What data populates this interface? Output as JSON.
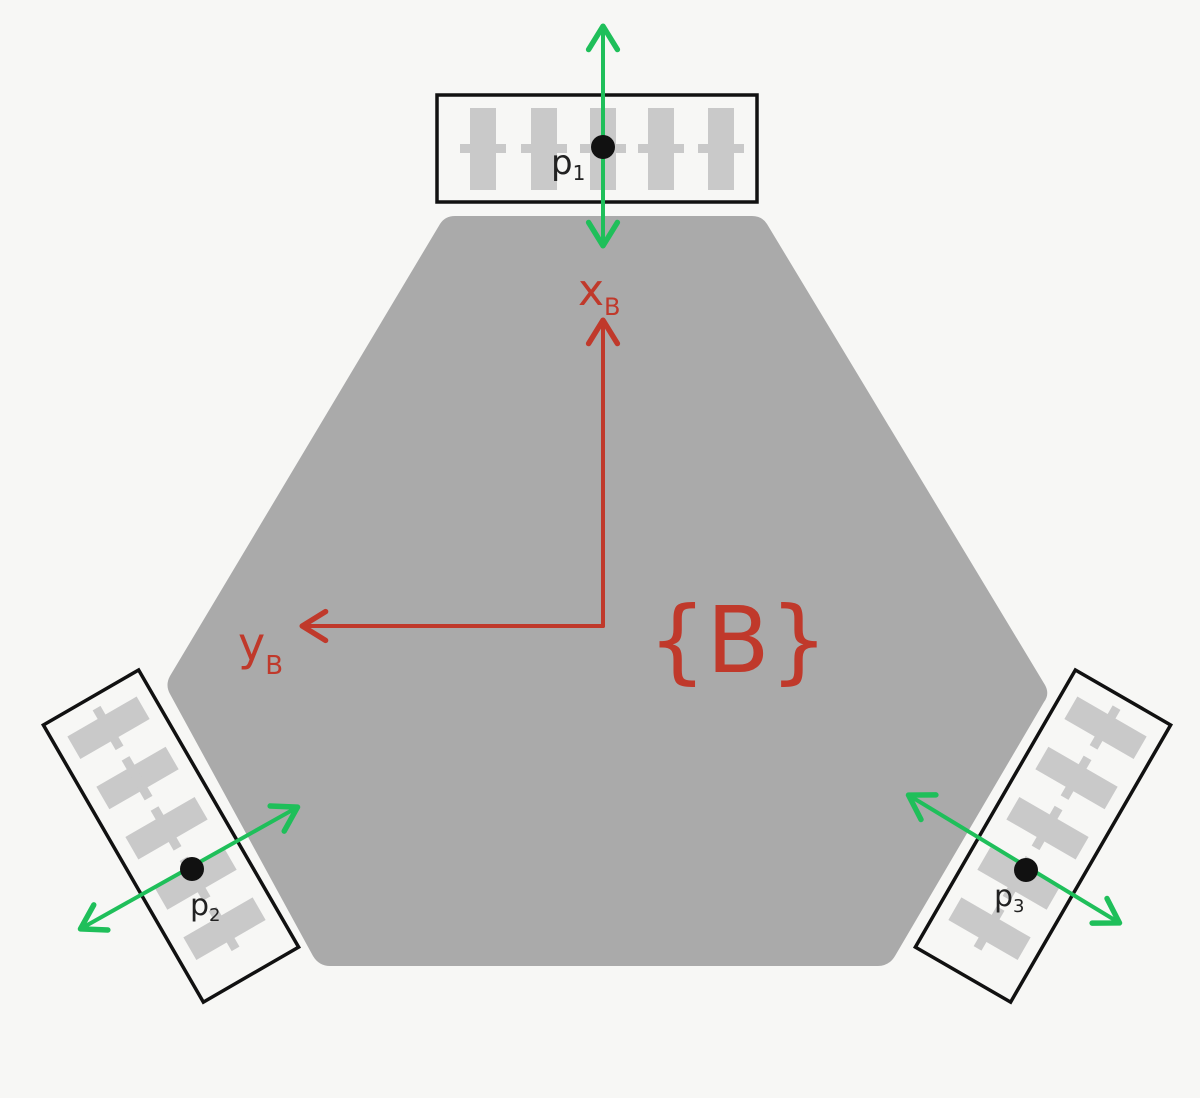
{
  "colors": {
    "background": "#f7f7f5",
    "chassis": "#aaaaaa",
    "wheel_outline": "#111111",
    "roller": "#c9c9c9",
    "wheel_arrow": "#1fbf5a",
    "frame_axes": "#c0392b",
    "wheel_point": "#111111"
  },
  "frame": {
    "label": "{B}",
    "x_axis": {
      "letter": "x",
      "subscript": "B"
    },
    "y_axis": {
      "letter": "y",
      "subscript": "B"
    }
  },
  "wheels": [
    {
      "id": "p1",
      "letter": "p",
      "subscript": "1"
    },
    {
      "id": "p2",
      "letter": "p",
      "subscript": "2"
    },
    {
      "id": "p3",
      "letter": "p",
      "subscript": "3"
    }
  ]
}
